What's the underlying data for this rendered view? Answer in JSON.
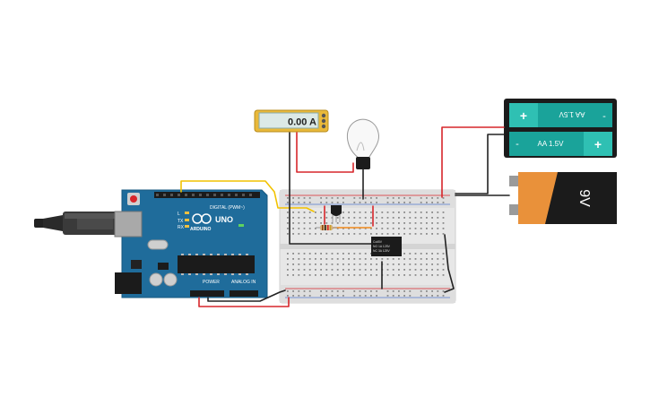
{
  "multimeter": {
    "reading": "0.00 A"
  },
  "arduino": {
    "brand": "ARDUINO",
    "model": "UNO",
    "digital_label": "DIGITAL (PWM~)",
    "power_label": "POWER",
    "analog_label": "ANALOG IN",
    "led_labels": [
      "L",
      "TX",
      "RX"
    ]
  },
  "relay": {
    "lines": [
      "Coil5V",
      "NO 1A 125V",
      "NC 3A 125V"
    ]
  },
  "aa_holder": {
    "cells": [
      "AA 1.5V",
      "AA 1.5V"
    ],
    "plus": "+",
    "minus": "-"
  },
  "battery_9v": {
    "label": "9V"
  },
  "colors": {
    "wire_red": "#d7262b",
    "wire_black": "#222222",
    "wire_yellow": "#f2c200",
    "wire_orange": "#f08a1c",
    "arduino_blue": "#1f6c9b",
    "aa_teal": "#1aa39a",
    "battery_orange": "#e9913a",
    "multimeter_yellow": "#e9b93a"
  }
}
